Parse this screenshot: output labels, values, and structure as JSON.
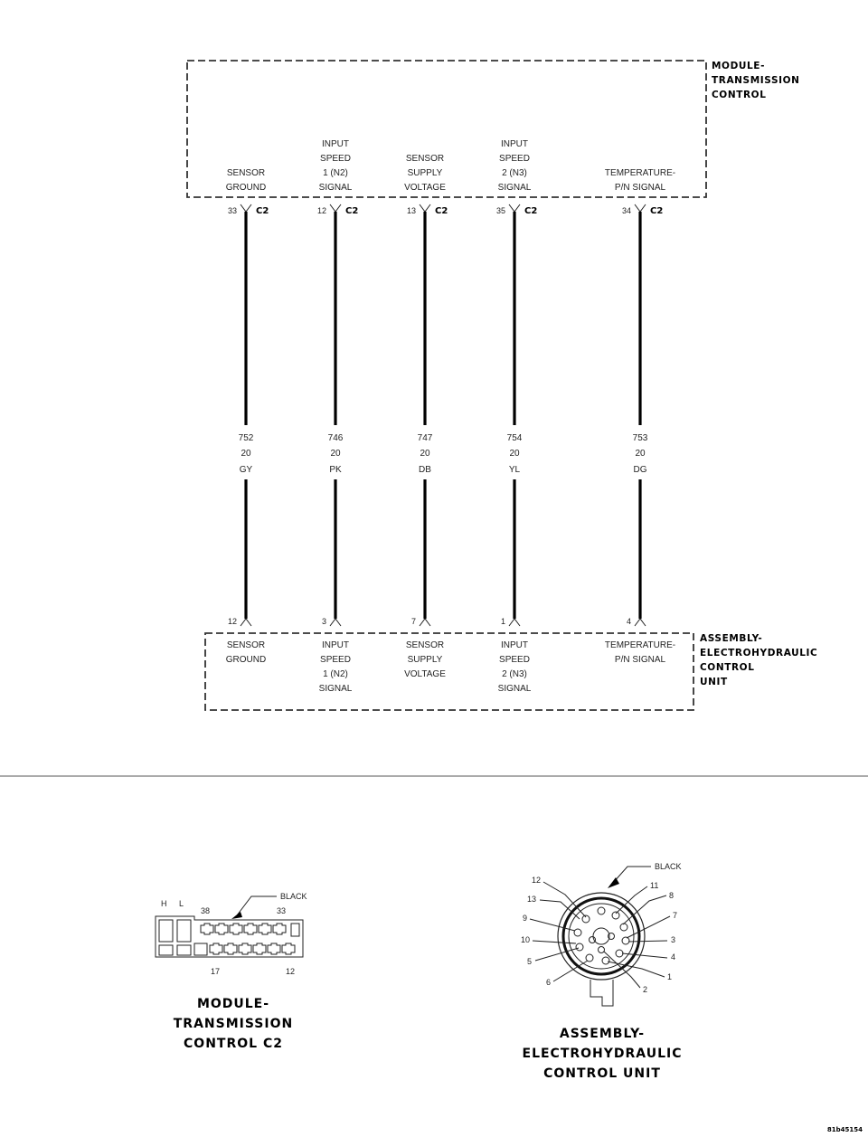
{
  "top_module": {
    "title_lines": [
      "MODULE-",
      "TRANSMISSION",
      "CONTROL"
    ],
    "connector": "C2"
  },
  "bottom_module": {
    "title_lines": [
      "ASSEMBLY-",
      "ELECTROHYDRAULIC",
      "CONTROL",
      "UNIT"
    ]
  },
  "circuits": [
    {
      "top_label": [
        "SENSOR",
        "GROUND"
      ],
      "top_pin": "33",
      "wire": [
        "752",
        "20",
        "GY"
      ],
      "bottom_pin": "12",
      "bottom_label": [
        "SENSOR",
        "GROUND"
      ]
    },
    {
      "top_label": [
        "INPUT",
        "SPEED",
        "1 (N2)",
        "SIGNAL"
      ],
      "top_pin": "12",
      "wire": [
        "746",
        "20",
        "PK"
      ],
      "bottom_pin": "3",
      "bottom_label": [
        "INPUT",
        "SPEED",
        "1 (N2)",
        "SIGNAL"
      ]
    },
    {
      "top_label": [
        "SENSOR",
        "SUPPLY",
        "VOLTAGE"
      ],
      "top_pin": "13",
      "wire": [
        "747",
        "20",
        "DB"
      ],
      "bottom_pin": "7",
      "bottom_label": [
        "SENSOR",
        "SUPPLY",
        "VOLTAGE"
      ]
    },
    {
      "top_label": [
        "INPUT",
        "SPEED",
        "2 (N3)",
        "SIGNAL"
      ],
      "top_pin": "35",
      "wire": [
        "754",
        "20",
        "YL"
      ],
      "bottom_pin": "1",
      "bottom_label": [
        "INPUT",
        "SPEED",
        "2 (N3)",
        "SIGNAL"
      ]
    },
    {
      "top_label": [
        "TEMPERATURE-",
        "P/N SIGNAL"
      ],
      "top_pin": "34",
      "wire": [
        "753",
        "20",
        "DG"
      ],
      "bottom_pin": "4",
      "bottom_label": [
        "TEMPERATURE-",
        "P/N SIGNAL"
      ]
    }
  ],
  "connector_left": {
    "h_label": "H",
    "l_label": "L",
    "pin_38": "38",
    "pin_33": "33",
    "pin_17": "17",
    "pin_12": "12",
    "color_label": "BLACK",
    "caption_lines": [
      "MODULE-",
      "TRANSMISSION",
      "CONTROL C2"
    ]
  },
  "connector_right": {
    "color_label": "BLACK",
    "pin_labels": [
      "12",
      "13",
      "9",
      "10",
      "5",
      "6",
      "11",
      "8",
      "7",
      "3",
      "4",
      "1",
      "2"
    ],
    "caption_lines": [
      "ASSEMBLY-",
      "ELECTROHYDRAULIC",
      "CONTROL UNIT"
    ]
  },
  "figure_id": "81b45154"
}
